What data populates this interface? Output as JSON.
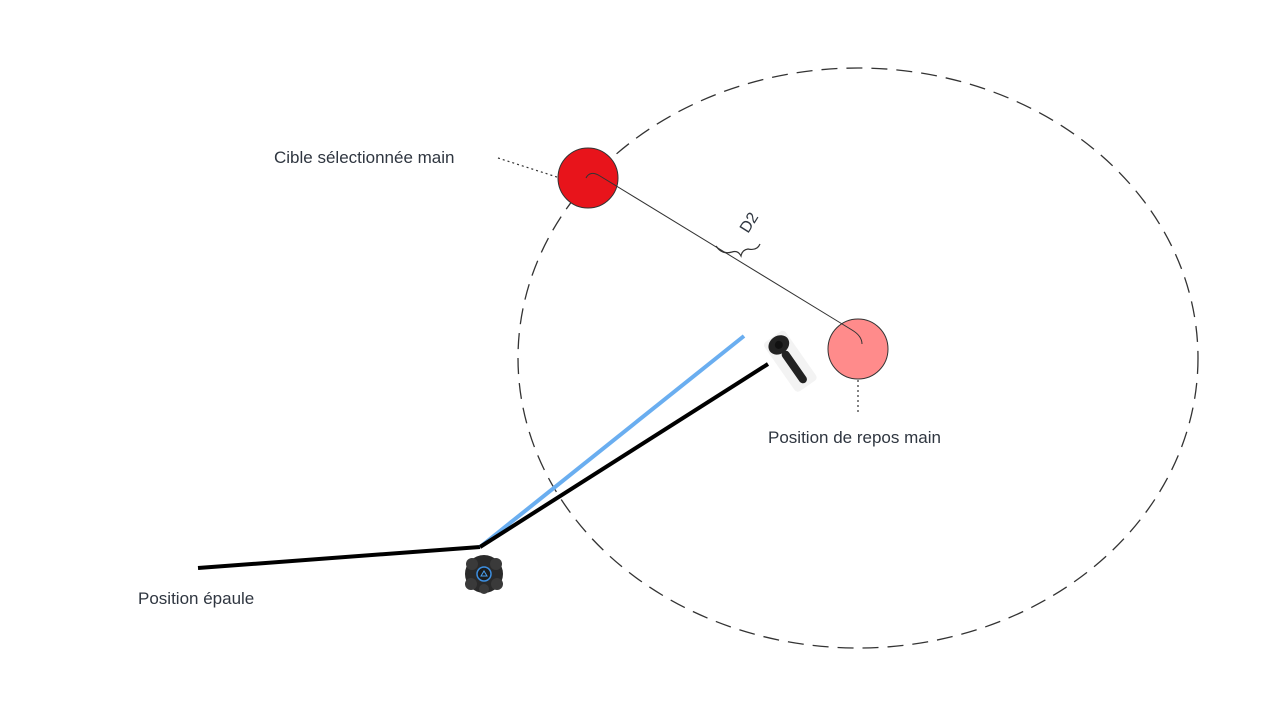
{
  "labels": {
    "selected_target": "Cible sélectionnée main",
    "rest_position": "Position de repos main",
    "shoulder": "Position épaule",
    "distance": "D2"
  },
  "icons": {
    "shoulder_tracker": "vr-tracker-icon",
    "hand_controller": "vr-controller-icon"
  },
  "colors": {
    "selected_target_fill": "#e8141b",
    "rest_position_fill": "#ff8b8b",
    "arm_line": "#000000",
    "direction_line": "#6aaef0",
    "reach_circle": "#333333",
    "text": "#2f3640"
  }
}
